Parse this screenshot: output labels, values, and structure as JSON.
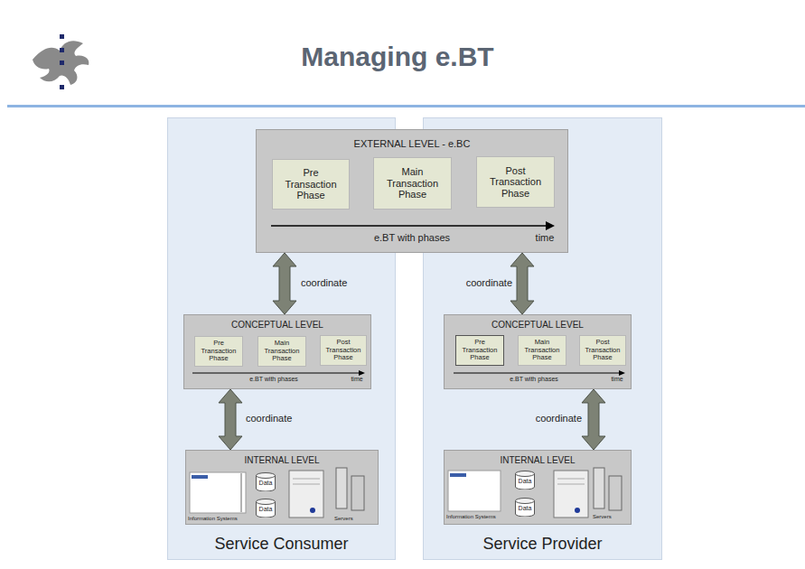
{
  "diagram": {
    "title": "Managing e.BT",
    "nodes": [
      {
        "text": [
          "Service Consumer"
        ]
      },
      {
        "text": [
          "Service Provider"
        ]
      },
      {
        "text": [
          "EXTERNAL LEVEL - e.BC"
        ]
      },
      {
        "text": [
          "Pre Transaction Phase"
        ],
        "in": 2
      },
      {
        "text": [
          "Main Transaction Phase"
        ],
        "in": 2
      },
      {
        "text": [
          "Post Transaction Phase"
        ],
        "in": 2
      },
      {
        "text": [
          "CONCEPTUAL LEVEL"
        ],
        "in": 0
      },
      {
        "text": [
          "Pre Transaction Phase"
        ],
        "in": 6
      },
      {
        "text": [
          "Main Transaction Phase"
        ],
        "in": 6
      },
      {
        "text": [
          "Post Transaction Phase"
        ],
        "in": 6
      },
      {
        "text": [
          "CONCEPTUAL LEVEL"
        ],
        "in": 1
      },
      {
        "text": [
          "Pre Transaction Phase"
        ],
        "in": 10
      },
      {
        "text": [
          "Main Transaction Phase"
        ],
        "in": 10
      },
      {
        "text": [
          "Post Transaction Phase"
        ],
        "in": 10
      },
      {
        "text": [
          "INTERNAL LEVEL"
        ],
        "in": 0
      },
      {
        "text": [
          "Data"
        ],
        "in": 14
      },
      {
        "text": [
          "Data"
        ],
        "in": 14
      },
      {
        "text": [
          "INTERNAL LEVEL"
        ],
        "in": 1
      },
      {
        "text": [
          "Data"
        ],
        "in": 17
      },
      {
        "text": [
          "Data"
        ],
        "in": 17
      }
    ],
    "edges": [
      {
        "from": 2,
        "to": 6,
        "label": "coordinate",
        "arrow": "both"
      },
      {
        "from": 2,
        "to": 10,
        "label": "coordinate",
        "arrow": "both"
      },
      {
        "from": 6,
        "to": 14,
        "label": "coordinate",
        "arrow": "both"
      },
      {
        "from": 10,
        "to": 17,
        "label": "coordinate",
        "arrow": "both"
      }
    ],
    "labels": [
      "e.BT with phases",
      "time",
      "e.BT with phases",
      "time",
      "e.BT with phases",
      "time",
      "Information Systems",
      "Servers",
      "Information Systems",
      "Servers"
    ]
  }
}
